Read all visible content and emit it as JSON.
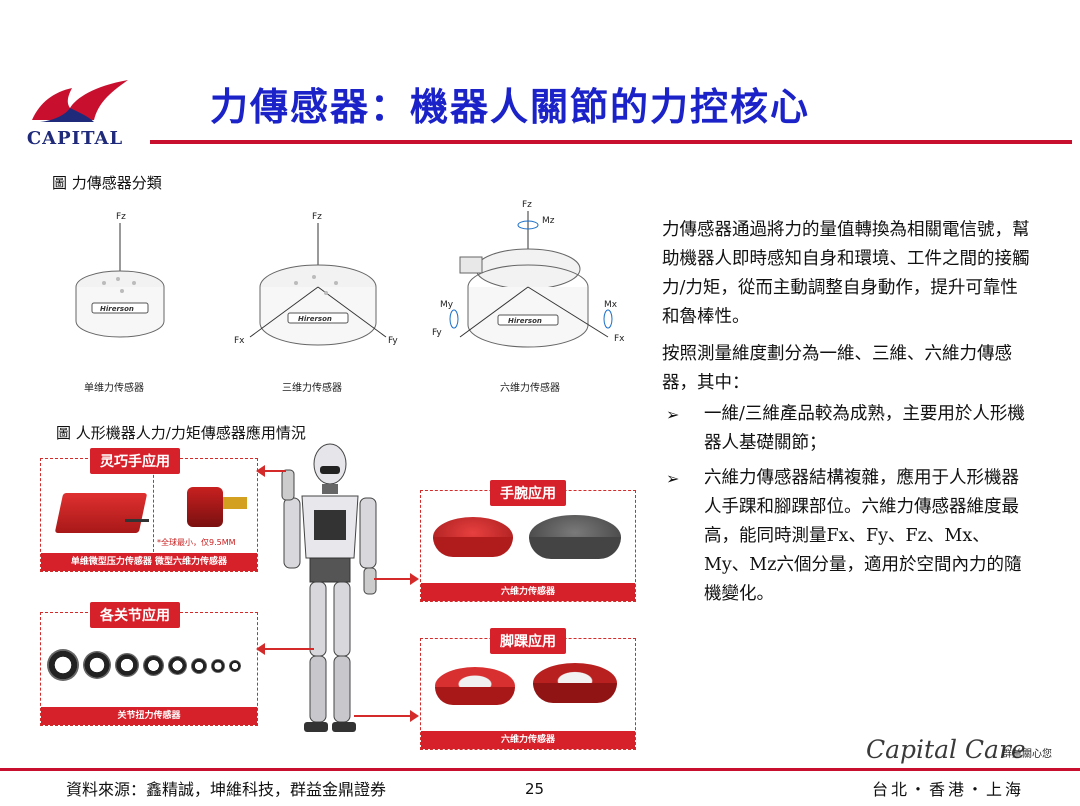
{
  "header": {
    "logo_text": "CAPITAL",
    "title": "力傳感器：機器人關節的力控核心"
  },
  "figure1": {
    "caption": "圖  力傳感器分類",
    "sensors": [
      {
        "label": "单维力传感器",
        "axes": [
          "Fz"
        ]
      },
      {
        "label": "三维力传感器",
        "axes": [
          "Fz",
          "Fx",
          "Fy"
        ]
      },
      {
        "label": "六维力传感器",
        "axes": [
          "Fz",
          "Mz",
          "My",
          "Mx",
          "Fy",
          "Fx"
        ]
      }
    ],
    "brand_mark": "Hirerson"
  },
  "figure2": {
    "caption": "圖  人形機器人力/力矩傳感器應用情況",
    "panels": {
      "dexterous_hand": {
        "tag": "灵巧手应用",
        "note": "*全球最小，仅9.5MM",
        "bar": "单维微型压力传感器   微型六维力传感器"
      },
      "joints": {
        "tag": "各关节应用",
        "bar": "关节扭力传感器"
      },
      "wrist": {
        "tag": "手腕应用",
        "bar": "六维力传感器"
      },
      "ankle": {
        "tag": "脚踝应用",
        "bar": "六维力传感器"
      }
    }
  },
  "body": {
    "para1": "力傳感器通過將力的量值轉換為相關電信號，幫助機器人即時感知自身和環境、工件之間的接觸力/力矩，從而主動調整自身動作，提升可靠性和魯棒性。",
    "para2": "按照測量維度劃分為一維、三維、六維力傳感器，其中：",
    "bullet_mark": "➢",
    "bullets": [
      "一維/三維產品較為成熟，主要用於人形機器人基礎關節；",
      "六維力傳感器結構複雜，應用于人形機器人手踝和腳踝部位。六維力傳感器維度最高，能同時測量Fx、Fy、Fz、Mx、My、Mz六個分量，適用於空間內力的隨機變化。"
    ]
  },
  "footer": {
    "source": "資料來源：鑫精誠，坤維科技，群益金鼎證券",
    "page_number": "25",
    "brand": "Capital Care",
    "brand_sub": "群益關心您",
    "cities": "台北・香港・上海"
  },
  "colors": {
    "title_blue": "#1a22c8",
    "accent_red": "#c8102e",
    "panel_red": "#d6202a"
  }
}
